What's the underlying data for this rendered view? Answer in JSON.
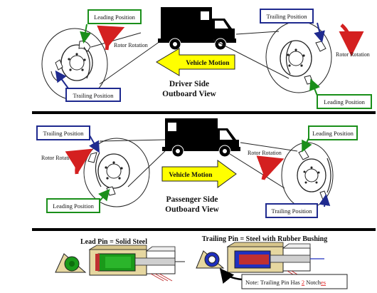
{
  "top_panel": {
    "leading_label": "Leading Position",
    "trailing_label_left": "Trailing Position",
    "trailing_label_right": "Trailing Position",
    "leading_label_right": "Leading Position",
    "rotor_rotation_left": "Rotor Rotation",
    "rotor_rotation_right": "Rotor Rotation",
    "vehicle_motion": "Vehicle Motion",
    "view_title_line1": "Driver Side",
    "view_title_line2": "Outboard View"
  },
  "middle_panel": {
    "trailing_label_left": "Trailing Position",
    "leading_label_left": "Leading Position",
    "leading_label_right": "Leading Position",
    "trailing_label_right": "Trailing Position",
    "rotor_rotation_left": "Rotor Rotation",
    "rotor_rotation_right": "Rotor Rotation",
    "vehicle_motion": "Vehicle Motion",
    "view_title_line1": "Passenger Side",
    "view_title_line2": "Outboard View"
  },
  "bottom_panel": {
    "lead_pin_title": "Lead Pin = Solid Steel",
    "trailing_pin_title": "Trailing Pin = Steel with Rubber Bushing",
    "note_prefix": "Note: Trailing Pin Has ",
    "note_number": "2",
    "note_middle": " Notch",
    "note_suffix": "es"
  },
  "colors": {
    "leading_box": "#1a8f1a",
    "trailing_box": "#1f2a8f",
    "rotation_arrow": "#d42020",
    "motion_arrow": "#ffff00",
    "note_highlight": "#e02020",
    "pin_green": "#1a9a1a",
    "pin_red": "#c03030",
    "bushing_blue": "#2030c0"
  }
}
